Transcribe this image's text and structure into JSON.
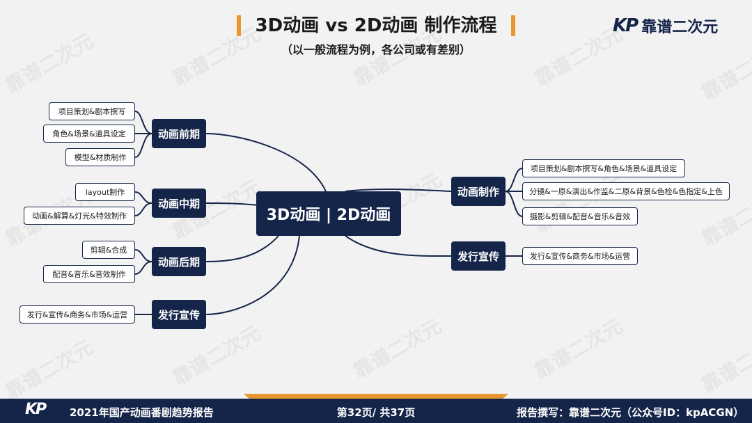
{
  "header": {
    "title": "3D动画 vs 2D动画 制作流程",
    "subtitle": "（以一般流程为例，各公司或有差别）",
    "logo_mark": "KP",
    "logo_text": "靠谱二次元"
  },
  "watermark": "靠谱二次元",
  "colors": {
    "navy": "#15254a",
    "accent": "#e8962e",
    "background": "#f2f2f2"
  },
  "center_node": "3D动画 | 2D动画",
  "left_branches": [
    {
      "label": "动画前期",
      "items": [
        "项目策划&剧本撰写",
        "角色&场景&道具设定",
        "模型&材质制作"
      ]
    },
    {
      "label": "动画中期",
      "items": [
        "layout制作",
        "动画&解算&灯光&特效制作"
      ]
    },
    {
      "label": "动画后期",
      "items": [
        "剪辑&合成",
        "配音&音乐&音效制作"
      ]
    },
    {
      "label": "发行宣传",
      "items": [
        "发行&宣传&商务&市场&运营"
      ]
    }
  ],
  "right_branches": [
    {
      "label": "动画制作",
      "items": [
        "项目策划&剧本撰写&角色&场景&道具设定",
        "分镜&一原&演出&作监&二原&背景&色检&色指定&上色",
        "摄影&剪辑&配音&音乐&音效"
      ]
    },
    {
      "label": "发行宣传",
      "items": [
        "发行&宣传&商务&市场&运营"
      ]
    }
  ],
  "footer": {
    "logo_mark": "KP",
    "report": "2021年国产动画番剧趋势报告",
    "page": "第32页/ 共37页",
    "author": "报告撰写：靠谱二次元（公众号ID：kpACGN）"
  }
}
